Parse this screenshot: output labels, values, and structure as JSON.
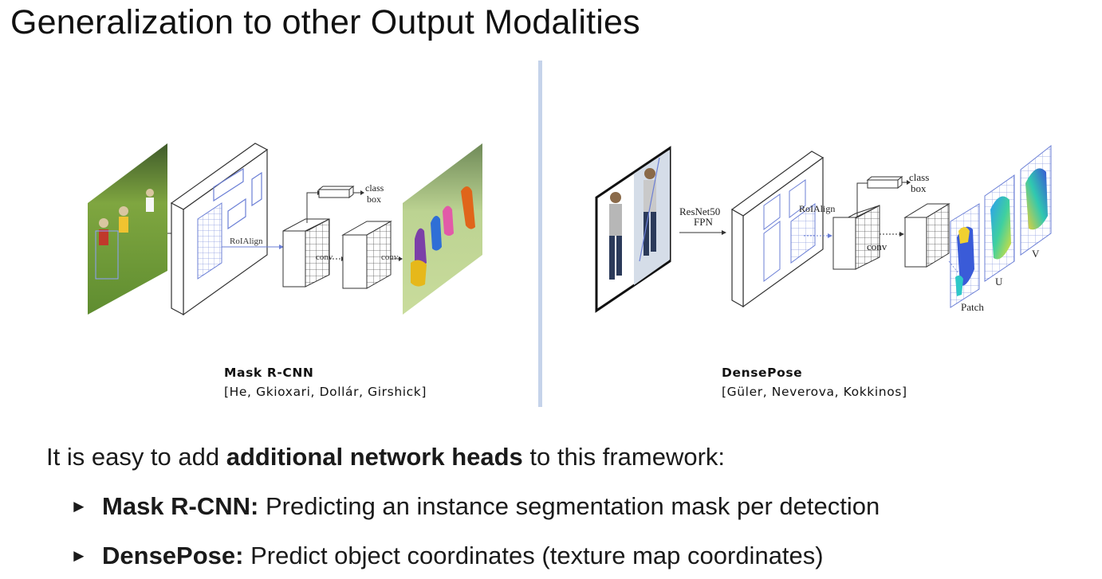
{
  "title": "Generalization to other Output Modalities",
  "left_figure": {
    "labels": {
      "roialign": "RoIAlign",
      "conv1": "conv",
      "conv2": "conv",
      "class": "class",
      "box": "box"
    },
    "caption_name": "Mask R-CNN",
    "caption_authors": "[He, Gkioxari, Dollár, Girshick]"
  },
  "right_figure": {
    "labels": {
      "backbone_1": "ResNet50",
      "backbone_2": "FPN",
      "roialign": "RoIAlign",
      "conv": "conv",
      "class": "class",
      "box": "box",
      "patch": "Patch",
      "u": "U",
      "v": "V"
    },
    "caption_name": "DensePose",
    "caption_authors": "[Güler, Neverova, Kokkinos]"
  },
  "body": {
    "intro_pre": "It is easy to add ",
    "intro_bold": "additional network heads",
    "intro_post": " to this framework:",
    "bullet_glyph": "►",
    "bullets": [
      {
        "bold": "Mask R-CNN:",
        "text": " Predicting an instance segmentation mask per detection"
      },
      {
        "bold": "DensePose:",
        "text": " Predict object coordinates (texture map coordinates)"
      }
    ]
  },
  "colors": {
    "divider": "#c5d3ea",
    "diagram_blue": "#6b7fd6",
    "grass_green": "#6f9a3a"
  }
}
